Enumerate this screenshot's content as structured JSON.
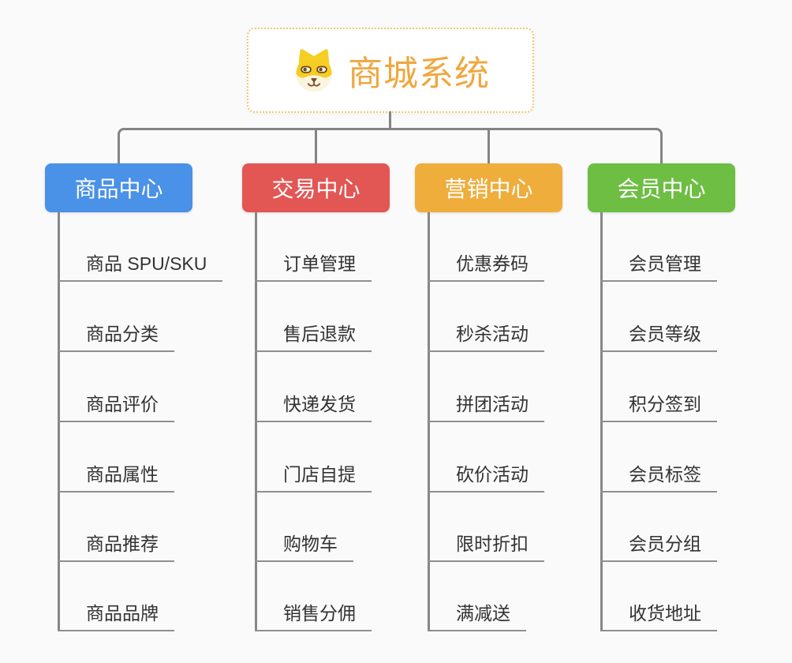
{
  "root": {
    "title": "商城系统",
    "icon": "dog-mascot-icon"
  },
  "branches": [
    {
      "label": "商品中心",
      "color": "#4a91e8",
      "children": [
        "商品 SPU/SKU",
        "商品分类",
        "商品评价",
        "商品属性",
        "商品推荐",
        "商品品牌"
      ]
    },
    {
      "label": "交易中心",
      "color": "#e25654",
      "children": [
        "订单管理",
        "售后退款",
        "快递发货",
        "门店自提",
        "购物车",
        "销售分佣"
      ]
    },
    {
      "label": "营销中心",
      "color": "#efad3c",
      "children": [
        "优惠券码",
        "秒杀活动",
        "拼团活动",
        "砍价活动",
        "限时折扣",
        "满减送"
      ]
    },
    {
      "label": "会员中心",
      "color": "#6dbe43",
      "children": [
        "会员管理",
        "会员等级",
        "积分签到",
        "会员标签",
        "会员分组",
        "收货地址"
      ]
    }
  ],
  "colors": {
    "accent_title": "#f0a73f",
    "root_border": "#f6c571",
    "connector": "#848484",
    "leaf_underline": "#8f8f8f",
    "leaf_text": "#333333",
    "background": "#fafafa"
  }
}
